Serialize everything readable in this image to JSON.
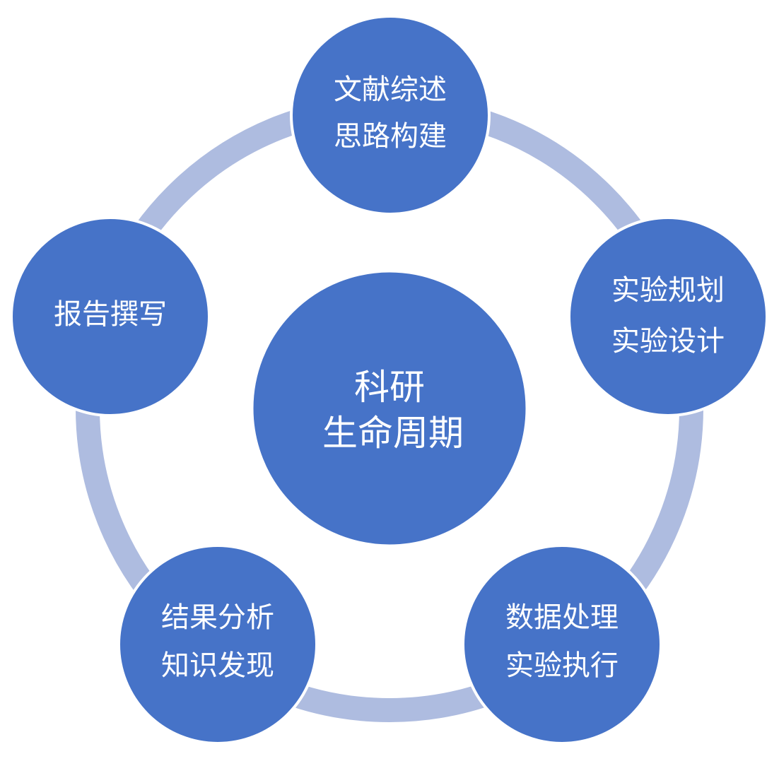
{
  "colors": {
    "node_fill": "#4673C8",
    "node_stroke": "#ffffff",
    "ring": "#AEBCE0",
    "text": "#ffffff"
  },
  "center": {
    "lines": [
      "科研",
      "生命周期"
    ]
  },
  "nodes": [
    {
      "id": "literature",
      "lines": [
        "文献综述",
        "思路构建"
      ]
    },
    {
      "id": "planning",
      "lines": [
        "实验规划",
        "实验设计"
      ]
    },
    {
      "id": "processing",
      "lines": [
        "数据处理",
        "实验执行"
      ]
    },
    {
      "id": "analysis",
      "lines": [
        "结果分析",
        "知识发现"
      ]
    },
    {
      "id": "writing",
      "lines": [
        "报告撰写"
      ]
    }
  ]
}
